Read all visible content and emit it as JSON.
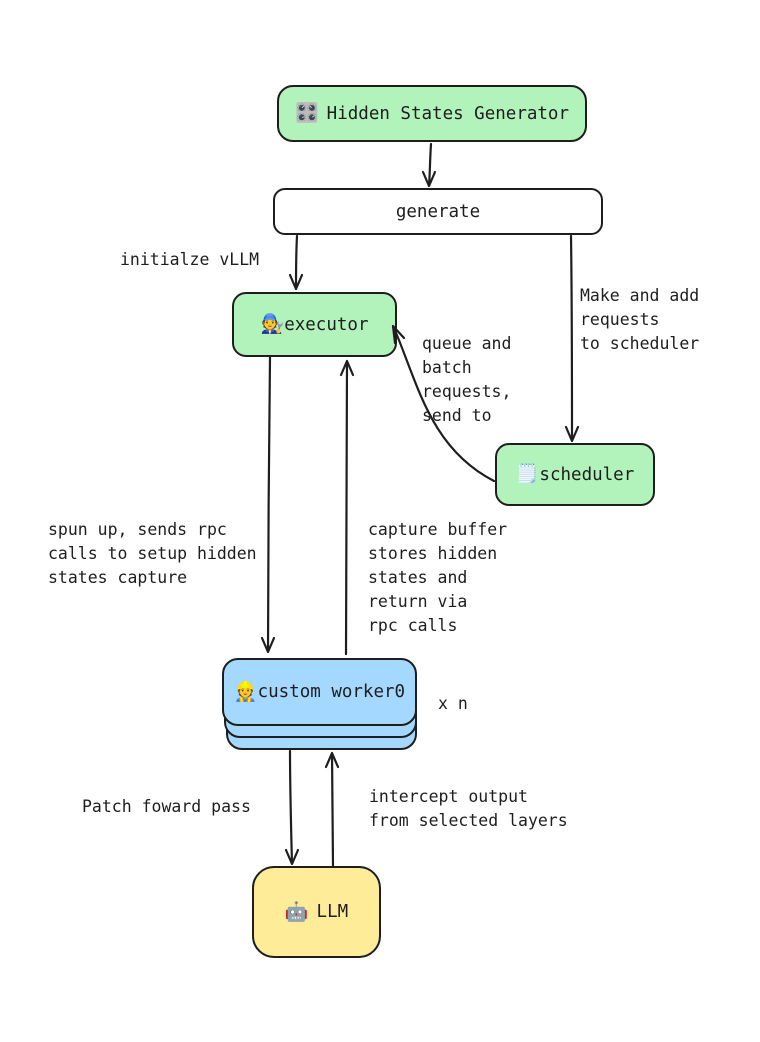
{
  "colors": {
    "background": "#ffffff",
    "stroke": "#1e1e1e",
    "node_green": "#b2f2bb",
    "node_blue": "#a5d8ff",
    "node_yellow": "#ffec99",
    "node_white": "#ffffff"
  },
  "nodes": {
    "generator": {
      "icon": "🎛️",
      "label": "Hidden States Generator"
    },
    "generate": {
      "label": "generate"
    },
    "executor": {
      "icon": "🧑‍🔧",
      "label": "executor"
    },
    "scheduler": {
      "icon": "🗒️",
      "label": "scheduler"
    },
    "worker": {
      "icon": "👷",
      "label": "custom worker0",
      "multiplier": "x n"
    },
    "llm": {
      "icon": "🤖",
      "label": "LLM"
    }
  },
  "annotations": {
    "initialize_vllm": "initialze vLLM",
    "make_and_add": "Make and add\nrequests\nto scheduler",
    "queue_and_batch": "queue and\nbatch\nrequests,\nsend to",
    "spun_up": "spun up, sends rpc\ncalls to setup hidden\nstates capture",
    "capture_buffer": "capture buffer\nstores hidden\nstates and\nreturn via\nrpc calls",
    "patch_forward": "Patch foward pass",
    "intercept_output": "intercept output\nfrom selected layers"
  }
}
